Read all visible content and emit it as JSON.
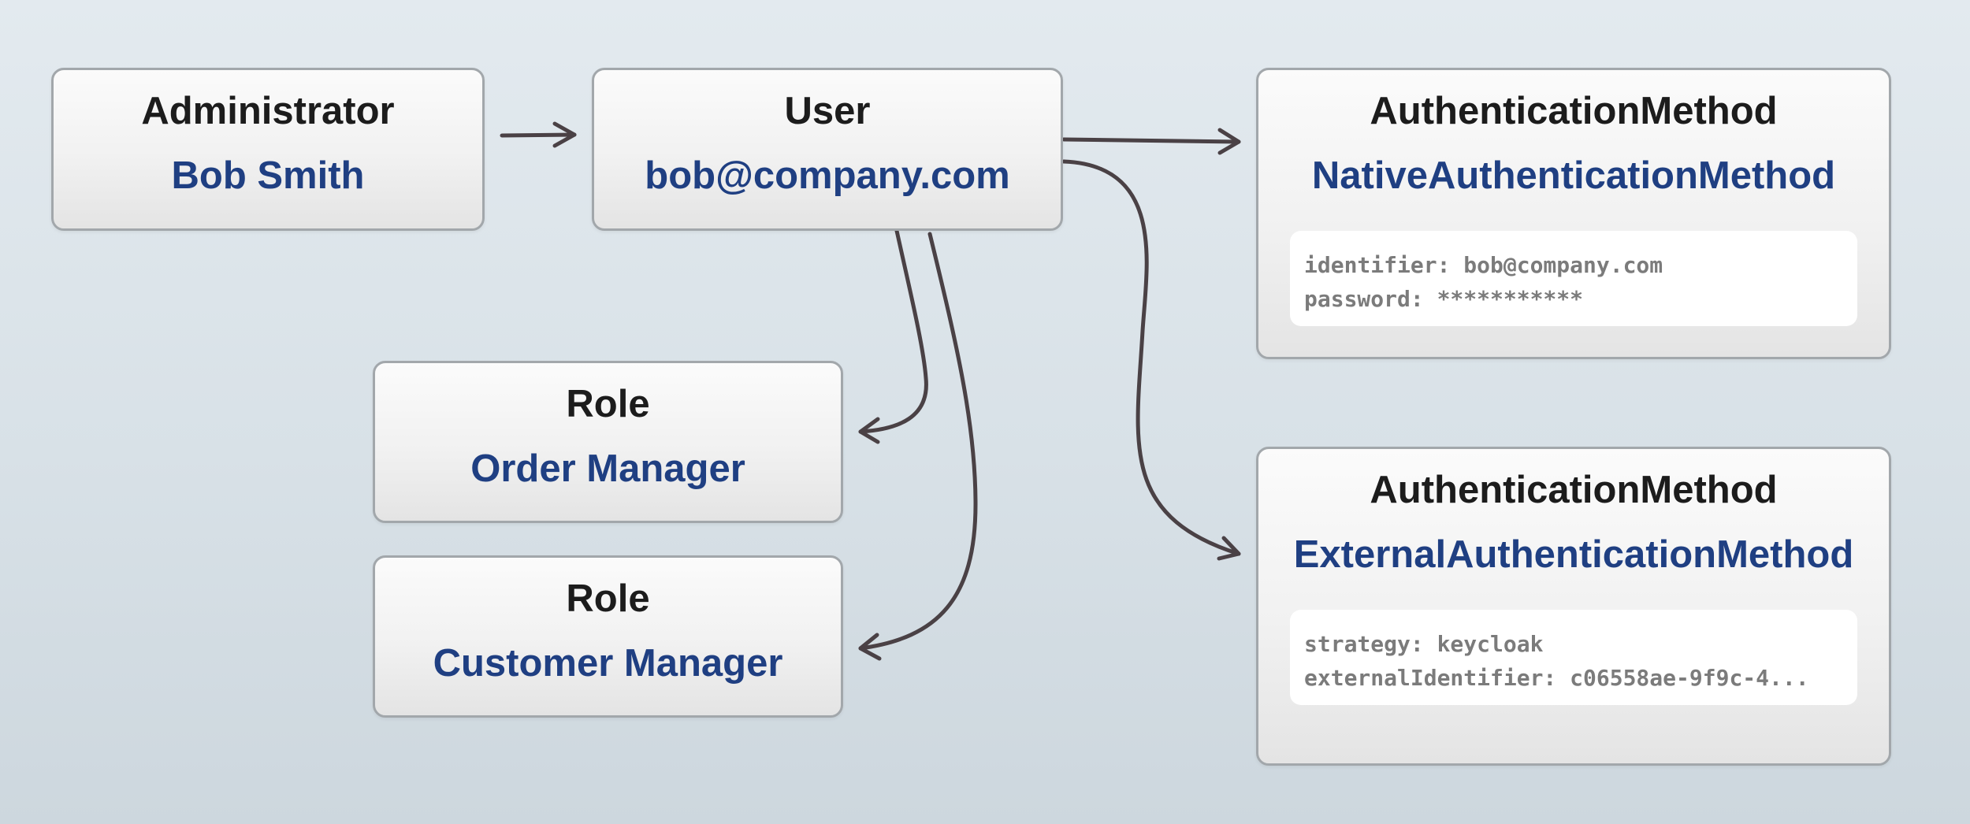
{
  "nodes": {
    "administrator": {
      "type": "Administrator",
      "name": "Bob Smith"
    },
    "user": {
      "type": "User",
      "name": "bob@company.com"
    },
    "role_order": {
      "type": "Role",
      "name": "Order Manager"
    },
    "role_customer": {
      "type": "Role",
      "name": "Customer Manager"
    },
    "auth_native": {
      "type": "AuthenticationMethod",
      "name": "NativeAuthenticationMethod",
      "details": [
        "identifier: bob@company.com",
        "password: ***********"
      ]
    },
    "auth_external": {
      "type": "AuthenticationMethod",
      "name": "ExternalAuthenticationMethod",
      "details": [
        "strategy: keycloak",
        "externalIdentifier: c06558ae-9f9c-4..."
      ]
    }
  },
  "colors": {
    "type_text": "#1c1c1c",
    "name_text": "#1f3f82",
    "box_border": "#a2a7ab",
    "detail_text": "#7b7b7b",
    "connector": "#4a4145"
  }
}
